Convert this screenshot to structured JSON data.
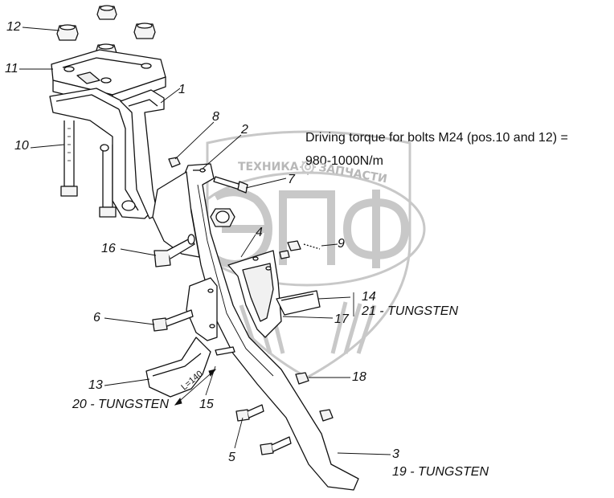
{
  "note": {
    "line1": "Driving torque for bolts M24 (pos.10 and 12) =",
    "line2": "980-1000N/m"
  },
  "watermark": {
    "word1": "ТЕХНИКА",
    "word2": "ЗАПЧАСТИ",
    "logo": "ЭПФ",
    "gear": "gear-icon"
  },
  "callouts": {
    "c1": "1",
    "c2": "2",
    "c3": "3",
    "c4": "4",
    "c5": "5",
    "c6": "6",
    "c7": "7",
    "c8": "8",
    "c9": "9",
    "c10": "10",
    "c11": "11",
    "c12": "12",
    "c13": "13",
    "c14": "14",
    "c15": "15",
    "c16": "16",
    "c17": "17",
    "c18": "18",
    "c19": "19 - TUNGSTEN",
    "c20": "20 - TUNGSTEN",
    "c21": "21 - TUNGSTEN"
  },
  "dimension": "L=140",
  "colors": {
    "line": "#111111",
    "watermark": "#c4c4c4"
  }
}
